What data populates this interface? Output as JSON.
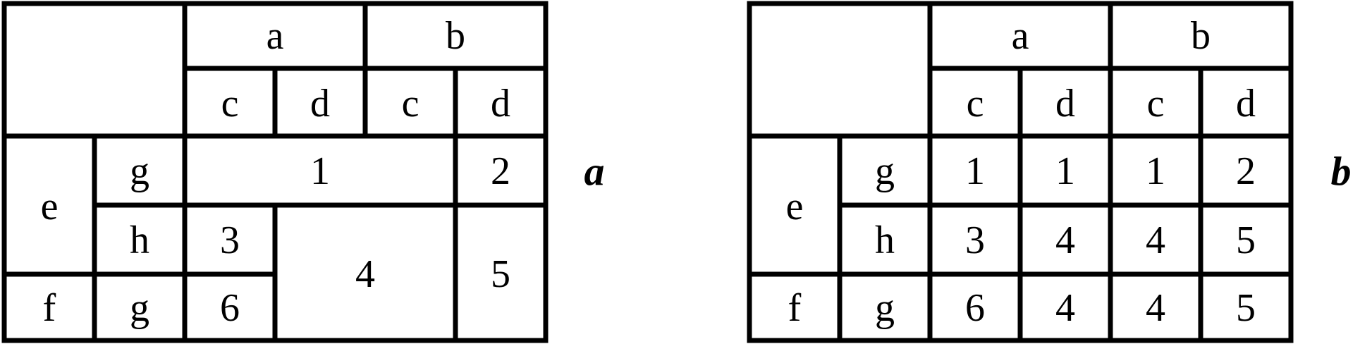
{
  "table_a": {
    "header": {
      "top": [
        "a",
        "b"
      ],
      "sub": [
        "c",
        "d",
        "c",
        "d"
      ]
    },
    "row_headers": {
      "outer": [
        "e",
        "f"
      ],
      "inner": [
        "g",
        "h",
        "g"
      ]
    },
    "cells": [
      "1",
      "2",
      "3",
      "4",
      "5",
      "6"
    ],
    "caption": "a"
  },
  "table_b": {
    "header": {
      "top": [
        "a",
        "b"
      ],
      "sub": [
        "c",
        "d",
        "c",
        "d"
      ]
    },
    "row_headers": {
      "outer": [
        "e",
        "f"
      ],
      "inner": [
        "g",
        "h",
        "g"
      ]
    },
    "rows": [
      [
        "1",
        "1",
        "1",
        "2"
      ],
      [
        "3",
        "4",
        "4",
        "5"
      ],
      [
        "6",
        "4",
        "4",
        "5"
      ]
    ],
    "caption": "b"
  },
  "colors": {
    "line": "#000000",
    "text": "#000000",
    "background": "#ffffff"
  }
}
